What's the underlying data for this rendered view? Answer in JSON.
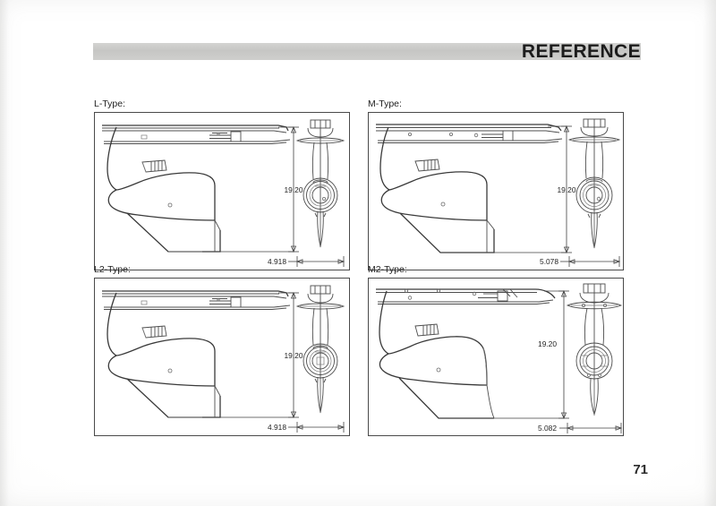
{
  "document": {
    "section_header": "REFERENCE",
    "page_number": "71"
  },
  "figures": [
    {
      "id": "l-type",
      "label": "L-Type:",
      "vertical_dimension": "19.20",
      "horizontal_dimension": "4.918",
      "views": [
        "side-view",
        "rear-view"
      ]
    },
    {
      "id": "m-type",
      "label": "M-Type:",
      "vertical_dimension": "19.20",
      "horizontal_dimension": "5.078",
      "views": [
        "side-view",
        "rear-view"
      ]
    },
    {
      "id": "l2-type",
      "label": "L2-Type:",
      "vertical_dimension": "19.20",
      "horizontal_dimension": "4.918",
      "views": [
        "side-view",
        "rear-view"
      ]
    },
    {
      "id": "m2-type",
      "label": "M2-Type:",
      "vertical_dimension": "19.20",
      "horizontal_dimension": "5.082",
      "views": [
        "side-view",
        "rear-view"
      ]
    }
  ]
}
